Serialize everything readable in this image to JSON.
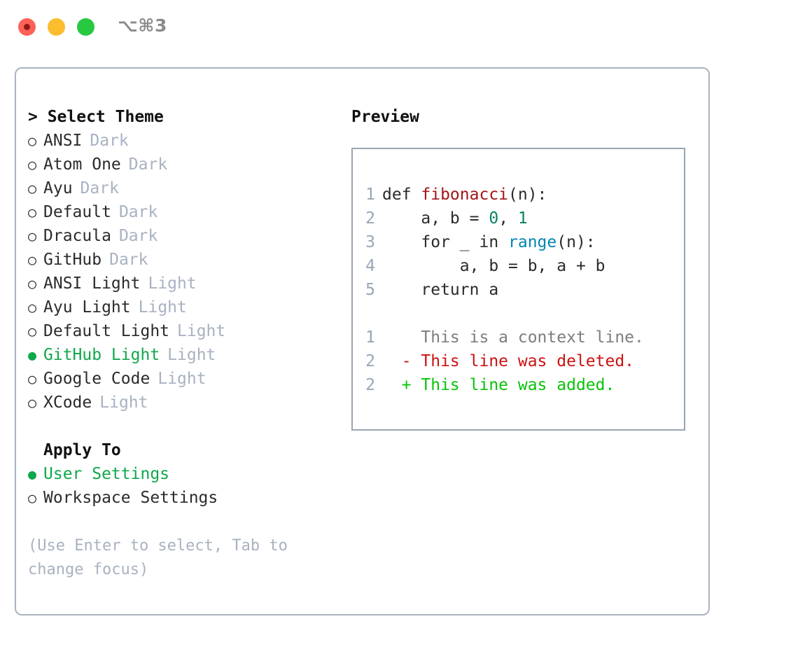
{
  "titlebar": {
    "shortcut": "⌥⌘3",
    "lights": [
      {
        "name": "close",
        "color": "#FD6157"
      },
      {
        "name": "minimize",
        "color": "#FBBD2E"
      },
      {
        "name": "zoom",
        "color": "#28C840"
      }
    ]
  },
  "theme_picker": {
    "header": "> Select Theme",
    "bullet_unselected": "○",
    "bullet_selected": "●",
    "items": [
      {
        "label": "ANSI",
        "tag": "Dark",
        "selected": false
      },
      {
        "label": "Atom One",
        "tag": "Dark",
        "selected": false
      },
      {
        "label": "Ayu",
        "tag": "Dark",
        "selected": false
      },
      {
        "label": "Default",
        "tag": "Dark",
        "selected": false
      },
      {
        "label": "Dracula",
        "tag": "Dark",
        "selected": false
      },
      {
        "label": "GitHub",
        "tag": "Dark",
        "selected": false
      },
      {
        "label": "ANSI Light",
        "tag": "Light",
        "selected": false
      },
      {
        "label": "Ayu Light",
        "tag": "Light",
        "selected": false
      },
      {
        "label": "Default Light",
        "tag": "Light",
        "selected": false
      },
      {
        "label": "GitHub Light",
        "tag": "Light",
        "selected": true
      },
      {
        "label": "Google Code",
        "tag": "Light",
        "selected": false
      },
      {
        "label": "XCode",
        "tag": "Light",
        "selected": false
      }
    ]
  },
  "apply_to": {
    "header": "Apply To",
    "items": [
      {
        "label": "User Settings",
        "selected": true
      },
      {
        "label": "Workspace Settings",
        "selected": false
      }
    ]
  },
  "hint": "(Use Enter to select, Tab to change focus)",
  "preview": {
    "title": "Preview",
    "code_lines": [
      {
        "ln": "1",
        "parts": [
          {
            "t": "def ",
            "k": "plain"
          },
          {
            "t": "fibonacci",
            "k": "fn"
          },
          {
            "t": "(n):",
            "k": "plain"
          }
        ]
      },
      {
        "ln": "2",
        "parts": [
          {
            "t": "    a, b = ",
            "k": "plain"
          },
          {
            "t": "0",
            "k": "num"
          },
          {
            "t": ", ",
            "k": "plain"
          },
          {
            "t": "1",
            "k": "num"
          }
        ]
      },
      {
        "ln": "3",
        "parts": [
          {
            "t": "    for _ in ",
            "k": "plain"
          },
          {
            "t": "range",
            "k": "build"
          },
          {
            "t": "(n):",
            "k": "plain"
          }
        ]
      },
      {
        "ln": "4",
        "parts": [
          {
            "t": "        a, b = b, a + b",
            "k": "plain"
          }
        ]
      },
      {
        "ln": "5",
        "parts": [
          {
            "t": "    return a",
            "k": "plain"
          }
        ]
      }
    ],
    "diff_lines": [
      {
        "ln": "1",
        "marker": " ",
        "text": "This is a context line.",
        "kind": "context"
      },
      {
        "ln": "2",
        "marker": "-",
        "text": "This line was deleted.",
        "kind": "deleted"
      },
      {
        "ln": "2",
        "marker": "+",
        "text": "This line was added.",
        "kind": "added"
      }
    ]
  },
  "colors": {
    "selected_green": "#0FA84A",
    "diff_add_green": "#0ac20a",
    "diff_del_red": "#cc1111",
    "syntax_function": "#a31515",
    "syntax_number": "#0a8162",
    "syntax_builtin": "#0086b3",
    "muted": "#a8b2c1",
    "border": "#aab3c0"
  }
}
